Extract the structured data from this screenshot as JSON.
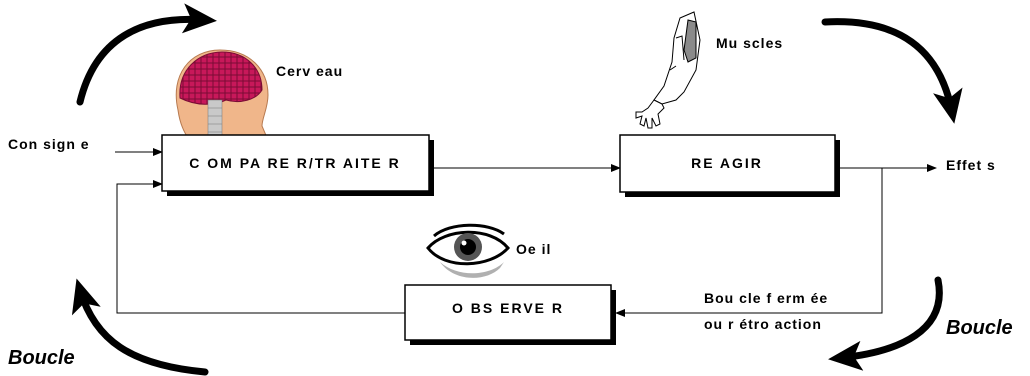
{
  "labels": {
    "cerveau": "Cerv eau",
    "muscles": "Mu scles",
    "consigne": "Con sign e",
    "effets": "Effet s",
    "oeil": "Oe il",
    "boucle_fermee_line1": "Bou cle f erm ée",
    "boucle_fermee_line2": "ou r étro action",
    "boucle_left": "Boucle",
    "boucle_right": "Boucle"
  },
  "boxes": {
    "comparer": "C OM PA RE R/TR AITE R",
    "reagir": "RE AGIR",
    "observer": "O BS ERVE R"
  },
  "icons": {
    "brain": "brain-head-icon",
    "arm": "arm-muscle-icon",
    "eye": "eye-icon"
  },
  "colors": {
    "brain": "#c8185a",
    "skin": "#f0b68a",
    "arrow": "#000000"
  }
}
